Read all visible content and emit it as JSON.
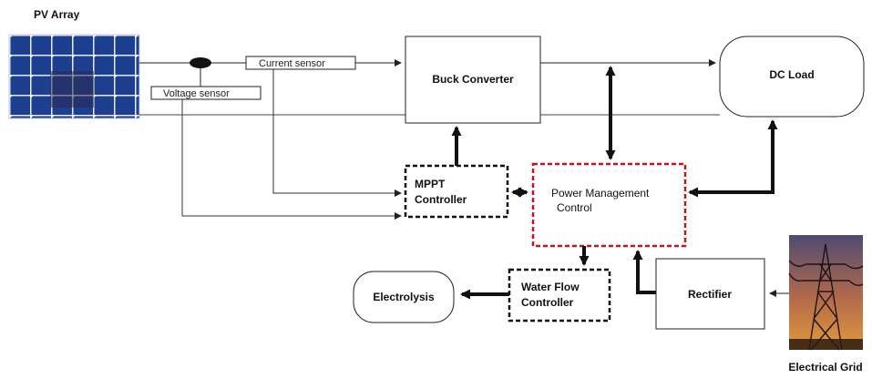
{
  "labels": {
    "pv_array": "PV Array",
    "current_sensor": "Current sensor",
    "voltage_sensor": "Voltage sensor",
    "buck_converter": "Buck Converter",
    "dc_load": "DC Load",
    "mppt_line1": "MPPT",
    "mppt_line2": "Controller",
    "pmc_line1": "Power Management",
    "pmc_line2": "Control",
    "wfc_line1": "Water Flow",
    "wfc_line2": "Controller",
    "electrolysis": "Electrolysis",
    "rectifier": "Rectifier",
    "electrical_grid": "Electrical Grid"
  },
  "colors": {
    "pmc_border": "#c0161c",
    "line": "#222222",
    "thick_arrow": "#111111",
    "pv_cell": "#1d3f8f",
    "sky_top": "#5a4f7a",
    "sky_bottom": "#d9833a"
  }
}
